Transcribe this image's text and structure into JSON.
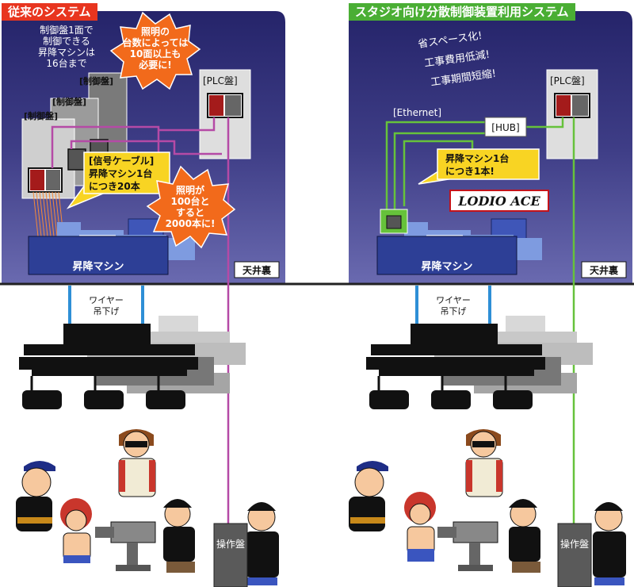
{
  "colors": {
    "left_title_bg": "#e8351f",
    "right_title_bg": "#4aae34",
    "ceiling_bg": "#3e3d86",
    "machine_blue": "#2d3f96",
    "machine_light": "#7e9be0",
    "cable_purple": "#b54aa6",
    "cable_green": "#66c23b",
    "burst_orange": "#f26a1b",
    "callout_yellow": "#f8d423",
    "wire_blue": "#2e8fd6"
  },
  "left": {
    "title": "従来のシステム",
    "note_lines": [
      "制御盤1面で",
      "制御できる",
      "昇降マシンは",
      "16台まで"
    ],
    "burst1_lines": [
      "照明の",
      "台数によっては",
      "10面以上も",
      "必要に!"
    ],
    "panel_labels": [
      "[制御盤]",
      "[制御盤]",
      "[制御盤]"
    ],
    "plc_label": "[PLC盤]",
    "callout_lines": [
      "[信号ケーブル]",
      "昇降マシン1台",
      "につき20本"
    ],
    "burst2_lines": [
      "照明が",
      "100台と",
      "すると",
      "2000本に!"
    ],
    "machine_label": "昇降マシン",
    "ceiling_label": "天井裏",
    "wire_lines": [
      "ワイヤー",
      "吊下げ"
    ],
    "console_label": "操作盤"
  },
  "right": {
    "title": "スタジオ向け分散制御装置利用システム",
    "benefits": [
      "省スペース化!",
      "工事費用低減!",
      "工事期間短縮!"
    ],
    "plc_label": "[PLC盤]",
    "ethernet_label": "[Ethernet]",
    "hub_label": "[HUB]",
    "callout_lines": [
      "昇降マシン1台",
      "につき1本!"
    ],
    "brand": "LODIO ACE",
    "machine_label": "昇降マシン",
    "ceiling_label": "天井裏",
    "wire_lines": [
      "ワイヤー",
      "吊下げ"
    ],
    "console_label": "操作盤"
  }
}
